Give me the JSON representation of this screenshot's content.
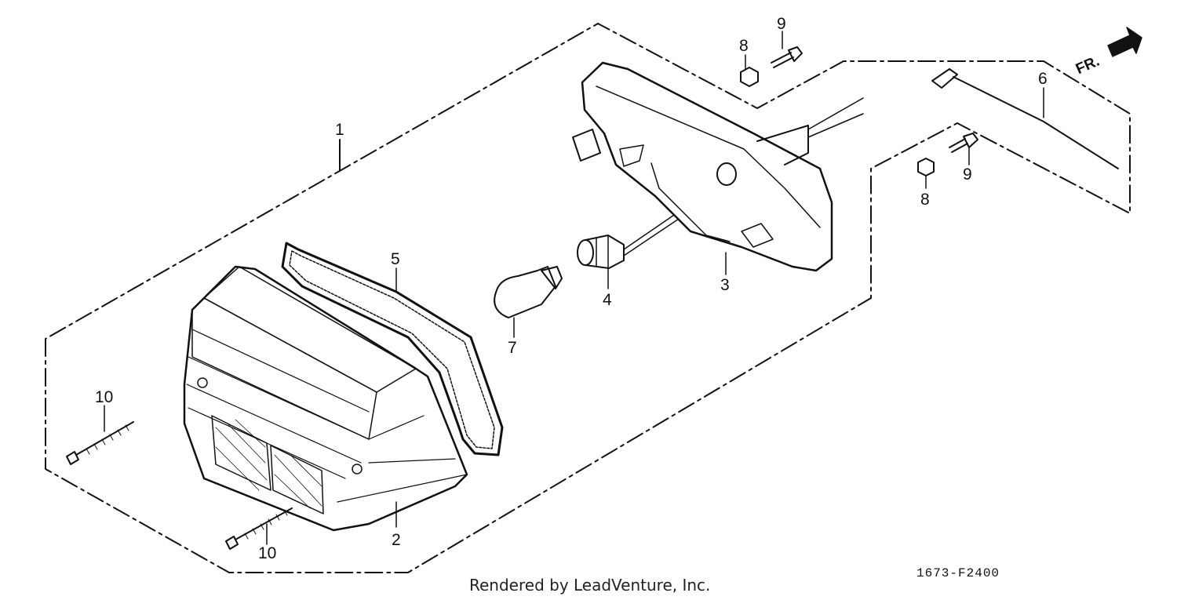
{
  "diagram": {
    "callouts": {
      "c1": "1",
      "c2": "2",
      "c3": "3",
      "c4": "4",
      "c5": "5",
      "c6": "6",
      "c7": "7",
      "c8a": "8",
      "c8b": "8",
      "c9a": "9",
      "c9b": "9",
      "c10a": "10",
      "c10b": "10"
    },
    "direction_label": "FR.",
    "reference_code": "1673-F2400",
    "credit": "Rendered by LeadVenture, Inc."
  }
}
